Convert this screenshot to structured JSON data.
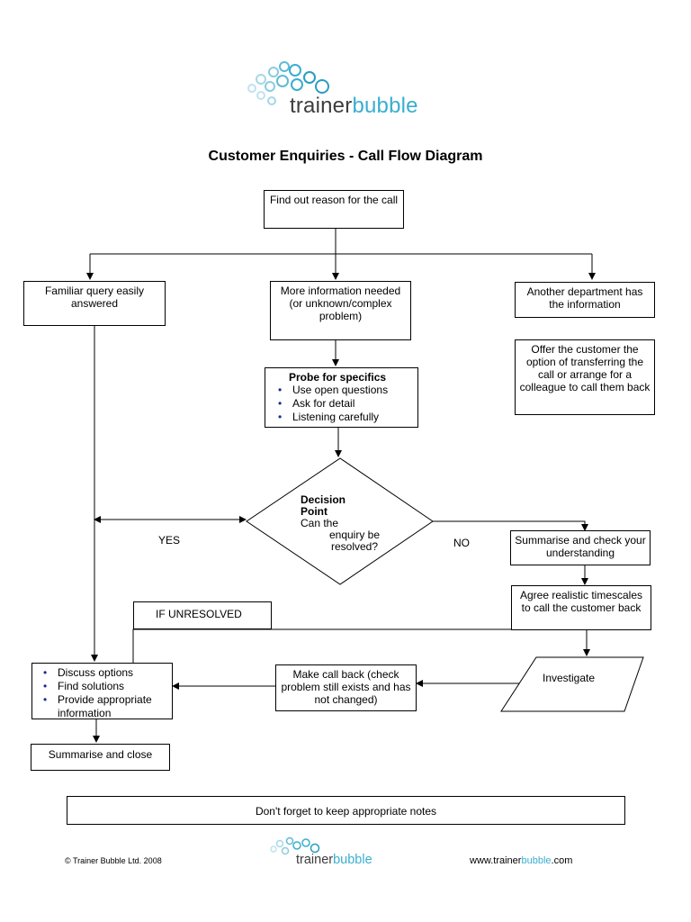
{
  "logo": {
    "word_part1": "trainer",
    "word_part2": "bubble",
    "colors": {
      "dark": "#3d3d3d",
      "accent": "#3aaed1"
    }
  },
  "title": "Customer Enquiries - Call Flow Diagram",
  "nodes": {
    "find_reason": "Find out reason for the call",
    "familiar_query": "Familiar query easily answered",
    "more_info": "More information needed (or unknown/complex problem)",
    "another_dept": "Another department has the information",
    "offer_transfer": "Offer the customer the option of transferring the call or arrange for a colleague to call them back",
    "probe": {
      "heading": "Probe for specifics",
      "items": [
        "Use open questions",
        "Ask for detail",
        "Listening carefully"
      ]
    },
    "decision": {
      "heading": "Decision Point",
      "line1": "Can the",
      "line2": "enquiry be resolved?"
    },
    "summarise_check": "Summarise and check your understanding",
    "agree_timescales": "Agree realistic timescales to call the customer back",
    "if_unresolved": "IF UNRESOLVED",
    "investigate": "Investigate",
    "make_call_back": "Make call back (check problem still exists and has not changed)",
    "discuss": {
      "items": [
        "Discuss options",
        "Find solutions",
        "Provide appropriate information"
      ]
    },
    "summarise_close": "Summarise and close",
    "notes": "Don't forget to keep appropriate notes"
  },
  "labels": {
    "yes": "YES",
    "no": "NO"
  },
  "footer": {
    "copyright": "© Trainer Bubble Ltd. 2008",
    "url_part1": "www.trainer",
    "url_part2": "bubble",
    "url_part3": ".com"
  }
}
